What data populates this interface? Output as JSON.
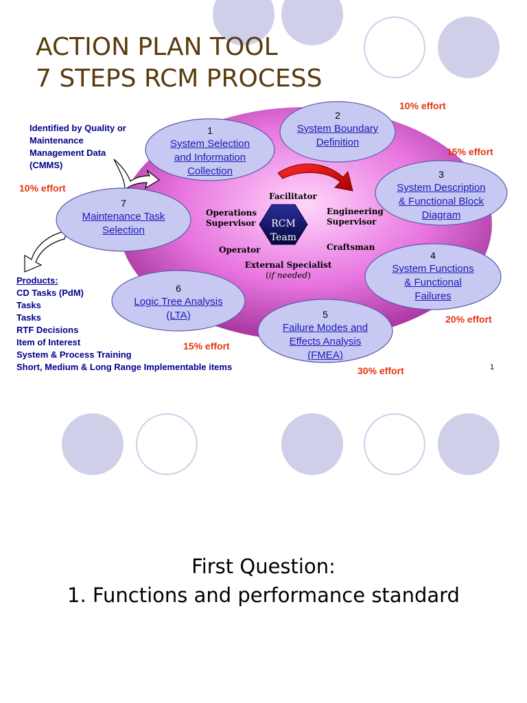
{
  "title": {
    "line1": "ACTION PLAN TOOL",
    "line2": "7 STEPS RCM PROCESS"
  },
  "colors": {
    "title": "#5a3a0e",
    "effort": "#e63312",
    "link": "#1a1ab8",
    "note": "#00008b",
    "decor": "#cfcfe9",
    "node_fill": "#c8c9f2"
  },
  "input_note": {
    "lines": [
      "Identified by Quality or",
      "Maintenance",
      "Management Data",
      "(CMMS)"
    ]
  },
  "steps": [
    {
      "num": "1",
      "label_lines": [
        "System Selection",
        "and Information",
        "Collection"
      ]
    },
    {
      "num": "2",
      "label_lines": [
        "System Boundary",
        "Definition"
      ]
    },
    {
      "num": "3",
      "label_lines": [
        "System Description",
        "& Functional Block",
        "Diagram"
      ]
    },
    {
      "num": "4",
      "label_lines": [
        "System Functions",
        "& Functional",
        "Failures"
      ]
    },
    {
      "num": "5",
      "label_lines": [
        "Failure Modes and",
        "Effects Analysis",
        "(FMEA)"
      ]
    },
    {
      "num": "6",
      "label_lines": [
        "Logic Tree Analysis",
        "(LTA)"
      ]
    },
    {
      "num": "7",
      "label_lines": [
        "Maintenance Task",
        "Selection"
      ]
    }
  ],
  "efforts": {
    "step1": "10% effort",
    "step2": "10% effort",
    "step3": "15% effort",
    "step4": "20% effort",
    "step5": "30% effort",
    "step6": "15% effort"
  },
  "team": {
    "center_lines": [
      "RCM",
      "Team"
    ],
    "facilitator": "Facilitator",
    "ops_lines": [
      "Operations",
      "Supervisor"
    ],
    "eng_lines": [
      "Engineering",
      "Supervisor"
    ],
    "operator": "Operator",
    "craftsman": "Craftsman",
    "specialist": "External Specialist",
    "specialist_note": "if needed"
  },
  "products": {
    "header": "Products:",
    "items": [
      "CD Tasks (PdM)",
      "Tasks",
      "Tasks",
      "RTF Decisions",
      "Item of Interest",
      "System & Process Training",
      "Short, Medium & Long Range Implementable items"
    ]
  },
  "slide_number": "1",
  "question": {
    "line1": "First Question:",
    "line2": "1. Functions and performance standard"
  }
}
